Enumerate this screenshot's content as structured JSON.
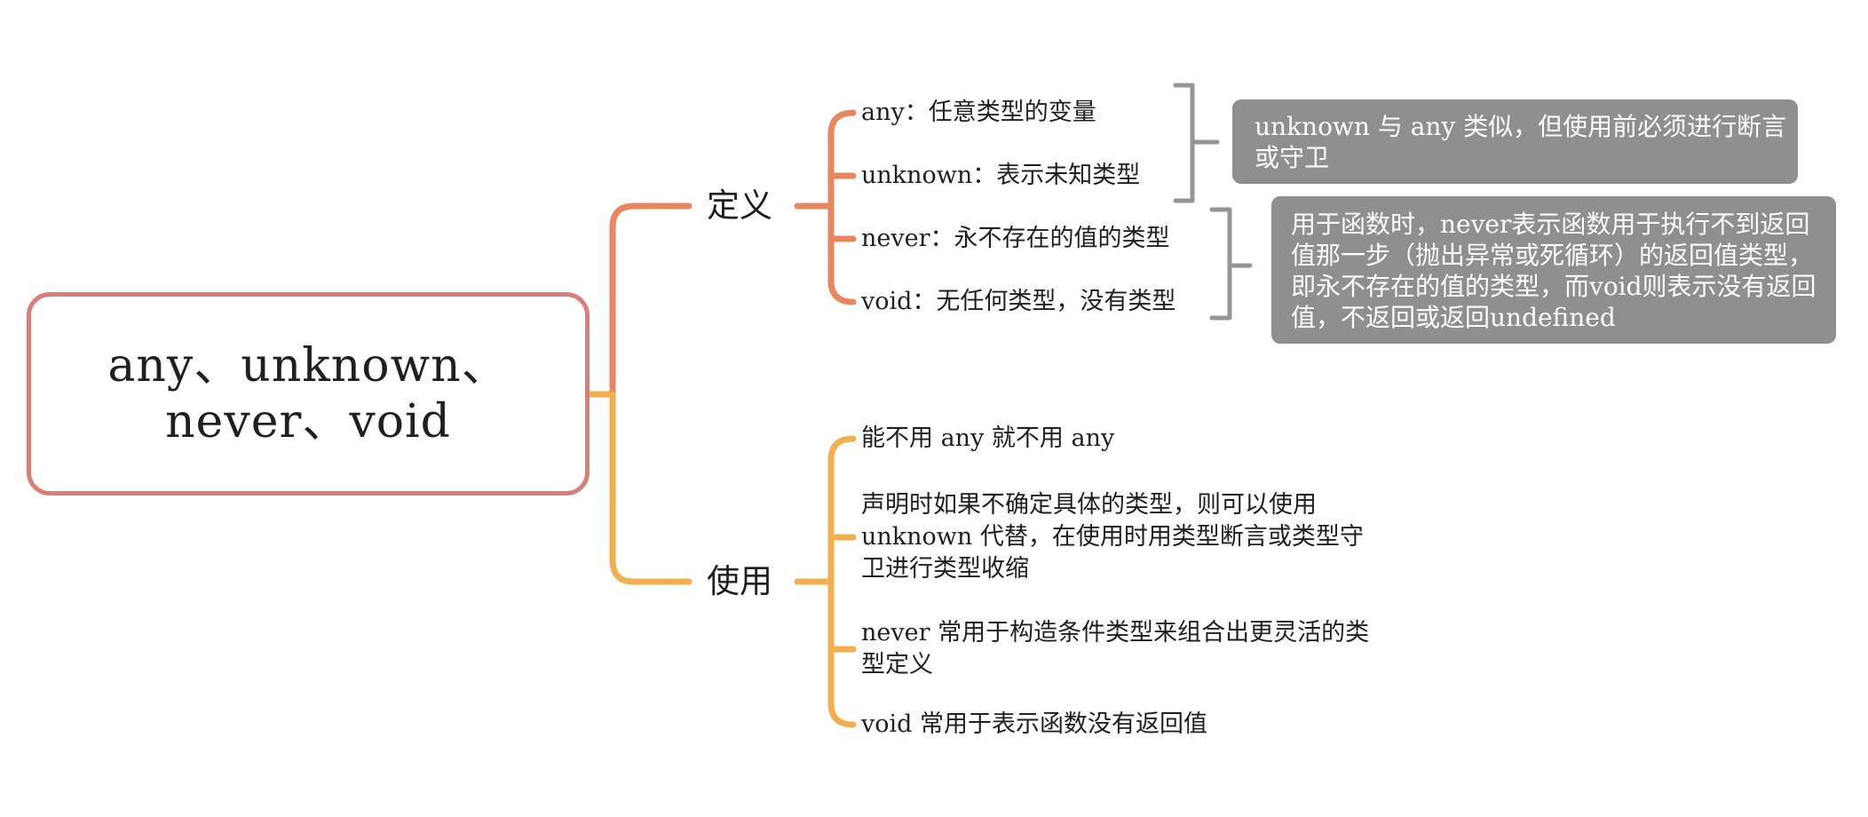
{
  "colors": {
    "root_border": "#d97f78",
    "branch_define": "#e8865f",
    "branch_use": "#f3af4e",
    "note_bg": "#8f8f8f",
    "bracket": "#949494",
    "text": "#1f1f1f",
    "note_text": "#ffffff",
    "canvas_bg": "#ffffff"
  },
  "root": {
    "lines": [
      "any、unknown、",
      "never、void"
    ]
  },
  "branches": [
    {
      "label": "定义",
      "children": [
        {
          "lines": [
            "any：任意类型的变量"
          ]
        },
        {
          "lines": [
            "unknown：表示未知类型"
          ]
        },
        {
          "lines": [
            "never：永不存在的值的类型"
          ]
        },
        {
          "lines": [
            "void：无任何类型，没有类型"
          ]
        }
      ]
    },
    {
      "label": "使用",
      "children": [
        {
          "lines": [
            "能不用 any 就不用 any"
          ]
        },
        {
          "lines": [
            "声明时如果不确定具体的类型，则可以使用",
            "unknown 代替，在使用时用类型断言或类型守",
            "卫进行类型收缩"
          ]
        },
        {
          "lines": [
            "never 常用于构造条件类型来组合出更灵活的类",
            "型定义"
          ]
        },
        {
          "lines": [
            "void 常用于表示函数没有返回值"
          ]
        }
      ]
    }
  ],
  "notes": [
    {
      "lines": [
        "unknown 与 any 类似，但使用前必须进行断言",
        "或守卫"
      ]
    },
    {
      "lines": [
        "用于函数时，never表示函数用于执行不到返回",
        "值那一步（抛出异常或死循环）的返回值类型，",
        "即永不存在的值的类型，而void则表示没有返回",
        "值，不返回或返回undefined"
      ]
    }
  ]
}
